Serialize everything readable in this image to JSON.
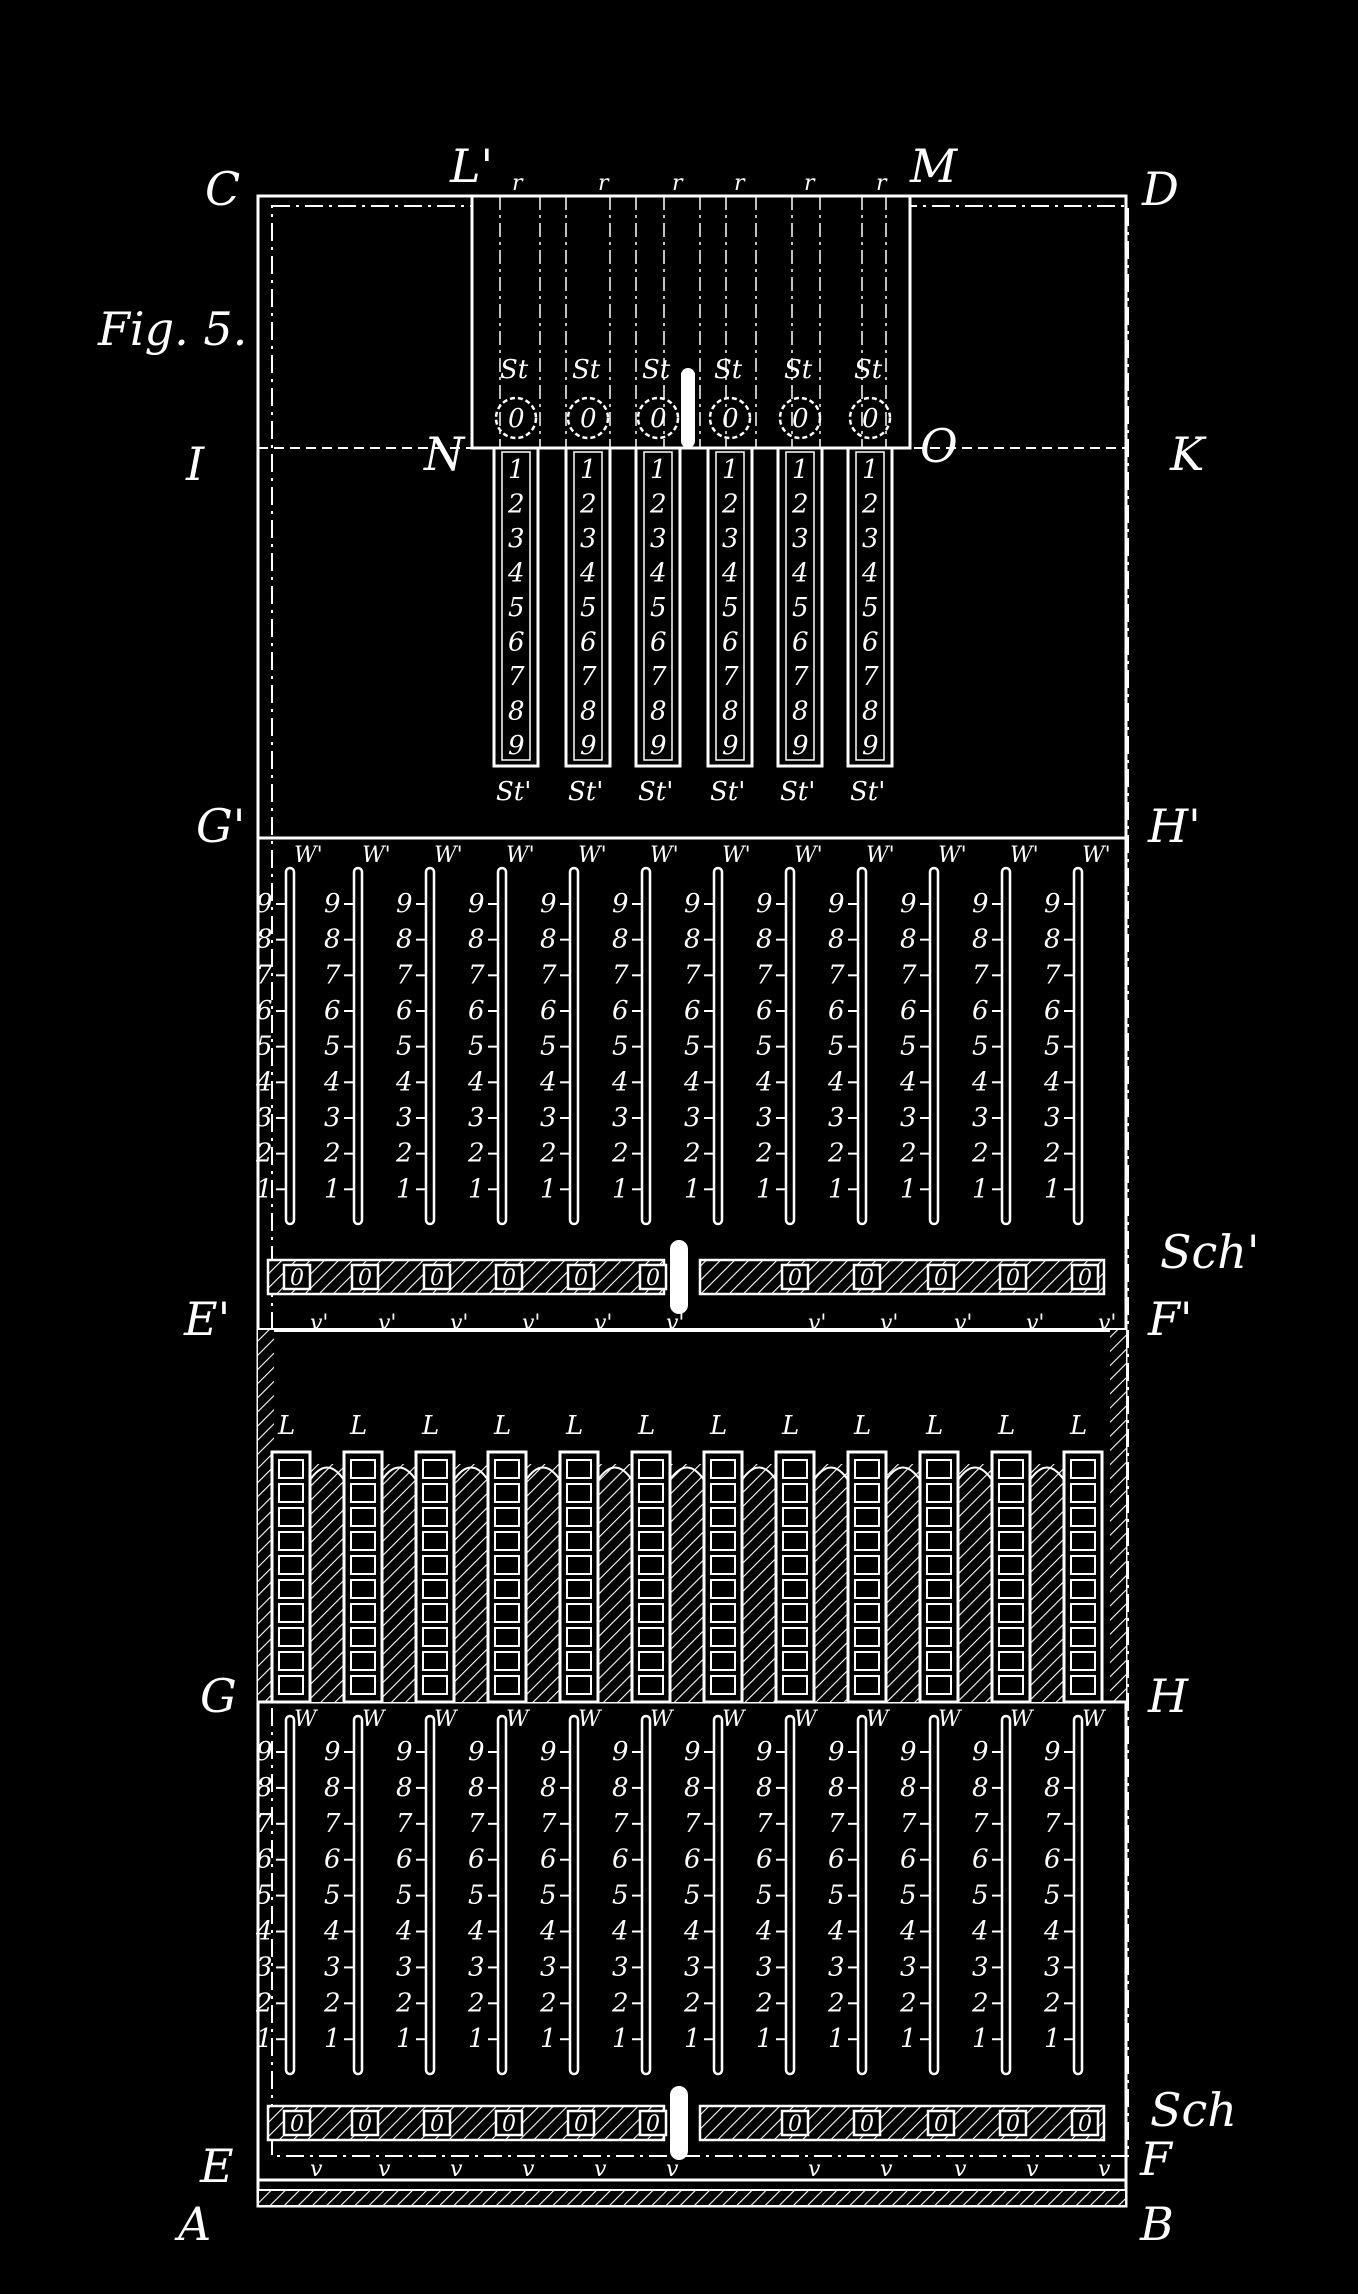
{
  "figure_label": "Fig. 5.",
  "colors": {
    "background": "#000000",
    "ink": "#ffffff"
  },
  "corner_labels": {
    "C": "C",
    "D": "D",
    "A": "A",
    "B": "B",
    "I": "I",
    "K": "K",
    "N": "N",
    "O": "O",
    "G1": "G'",
    "H1": "H'",
    "E1": "E'",
    "F1": "F'",
    "G": "G",
    "H": "H",
    "E": "E",
    "F": "F",
    "L1": "L'",
    "M": "M",
    "Sch1": "Sch'",
    "Sch": "Sch"
  },
  "r_labels": [
    "r",
    "r",
    "r",
    "r",
    "r",
    "r"
  ],
  "slider_top_label": "St",
  "slider_bottom_label": "St'",
  "slider_digits": [
    "0",
    "1",
    "2",
    "3",
    "4",
    "5",
    "6",
    "7",
    "8",
    "9"
  ],
  "w_label_upper": "W'",
  "w_label_lower": "W",
  "scale_digits": [
    "9",
    "8",
    "7",
    "6",
    "5",
    "4",
    "3",
    "2",
    "1"
  ],
  "register_value": "0",
  "v_label_upper": "v'",
  "v_label_lower": "v",
  "l_label": "L"
}
